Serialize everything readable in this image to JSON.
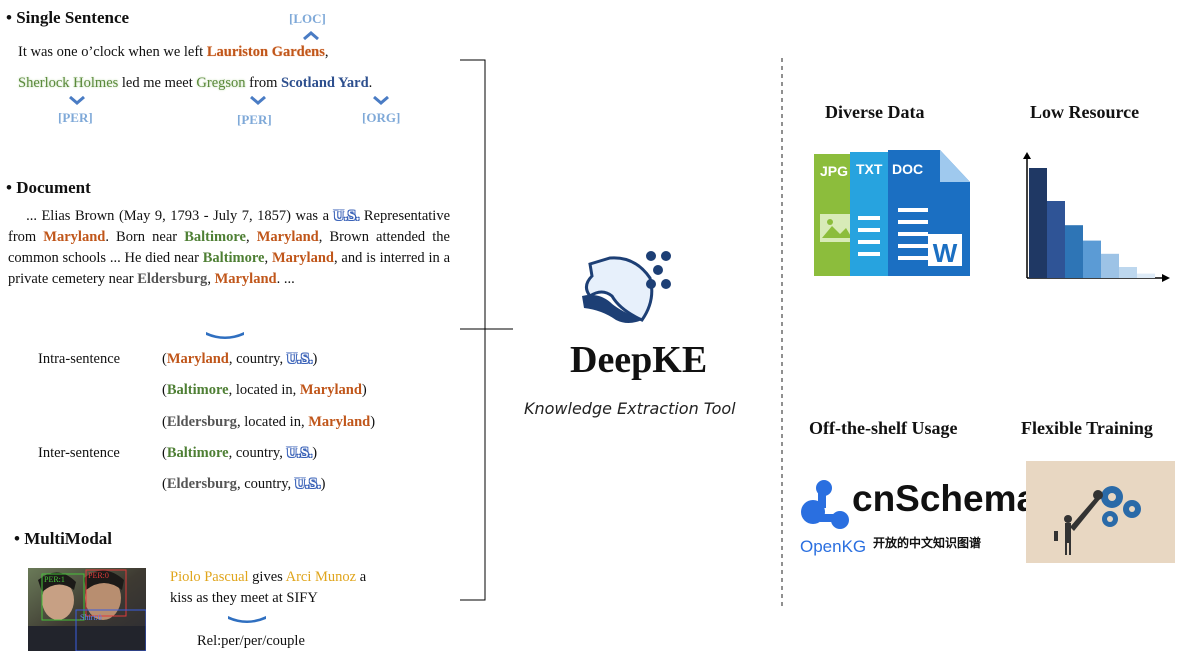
{
  "single": {
    "heading": "• Single Sentence",
    "loc_tag": "[LOC]",
    "line1_pre": "It was one o’clock when we left ",
    "line1_ent": "Lauriston Gardens",
    "line1_post": ",",
    "line2_e1": "Sherlock Holmes",
    "line2_mid1": " led me meet ",
    "line2_e2": "Gregson",
    "line2_mid2": " from ",
    "line2_e3": "Scotland Yard",
    "line2_post": ".",
    "tags": [
      "[PER]",
      "[PER]",
      "[ORG]"
    ]
  },
  "document": {
    "heading": "•  Document",
    "p1": "... Elias Brown (May 9, 1793 - July 7, 1857) was a ",
    "us": "U.S.",
    "p2": " Representative from ",
    "maryland": "Maryland",
    "p3": ". Born near ",
    "baltimore": "Baltimore",
    "p4": ", ",
    "p5": ", Brown attended the common schools ... He died near ",
    "p6": ", ",
    "p7": ", and is interred in a private cemetery near ",
    "eldersburg": "Eldersburg",
    "p8": ", ",
    "p9": ". ..."
  },
  "relations": {
    "intra_label": "Intra-sentence",
    "inter_label": "Inter-sentence",
    "located_in": "located in",
    "country": "country",
    "open": "(",
    "sep": ", ",
    "close": ")"
  },
  "multimodal": {
    "heading": "• MultiModal",
    "e1": "Piolo Pascual",
    "mid": " gives ",
    "e2": "Arci Munoz",
    "post": " a",
    "line2": "kiss as they meet at SIFY",
    "rel": "Rel:per/per/couple",
    "box_labels": [
      "PER:1",
      "PER:0",
      "Shirt:0"
    ]
  },
  "center": {
    "title": "DeepKE",
    "subtitle": "Knowledge Extraction Tool"
  },
  "features": {
    "diverse": "Diverse Data",
    "low": "Low Resource",
    "offshelf": "Off-the-shelf Usage",
    "flexible": "Flexible Training",
    "file_labels": [
      "JPG",
      "TXT",
      "DOC"
    ],
    "doc_letter": "W",
    "cnschema": "cnSchema",
    "openkg": "OpenKG",
    "cn_tagline": "开放的中文知识图谱"
  },
  "low_resource_bars": [
    1.0,
    0.7,
    0.48,
    0.34,
    0.22,
    0.1,
    0.04
  ],
  "colors": {
    "orange": "#c0561a",
    "green": "#4e7f34",
    "blue": "#2d4f8e",
    "light_blue": "#7fa9d8",
    "gold": "#e0a51c",
    "cn_blue": "#2a6fe0"
  }
}
